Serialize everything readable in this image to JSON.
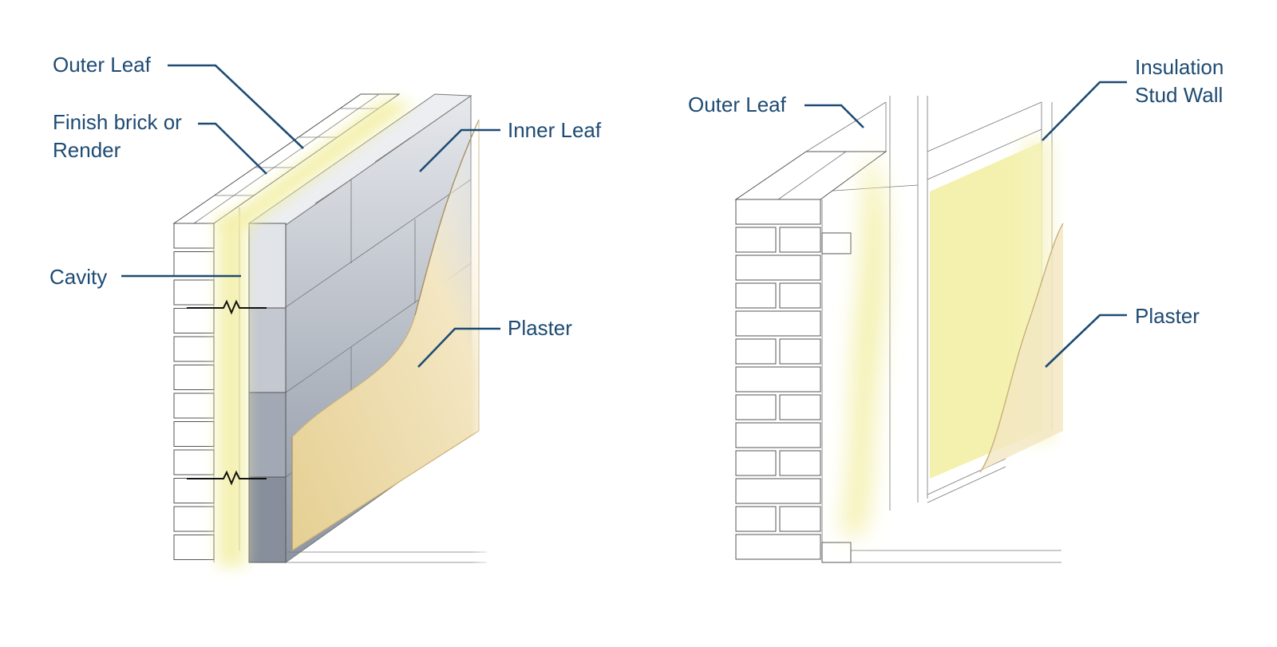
{
  "diagram": {
    "left_panel": {
      "labels": {
        "outer_leaf": "Outer Leaf",
        "finish_brick_line1": "Finish brick or",
        "finish_brick_line2": "Render",
        "inner_leaf": "Inner Leaf",
        "cavity": "Cavity",
        "plaster": "Plaster"
      }
    },
    "right_panel": {
      "labels": {
        "outer_leaf": "Outer Leaf",
        "insulation_line1": "Insulation",
        "insulation_line2": "Stud Wall",
        "plaster": "Plaster"
      }
    },
    "colors": {
      "label_text": "#1e4b73",
      "insulation": "#f2eea0",
      "plaster": "#e8d49a",
      "block_light": "#e2e5ea",
      "block_dark": "#8a93a1",
      "brick_face": "#ffffff"
    }
  }
}
